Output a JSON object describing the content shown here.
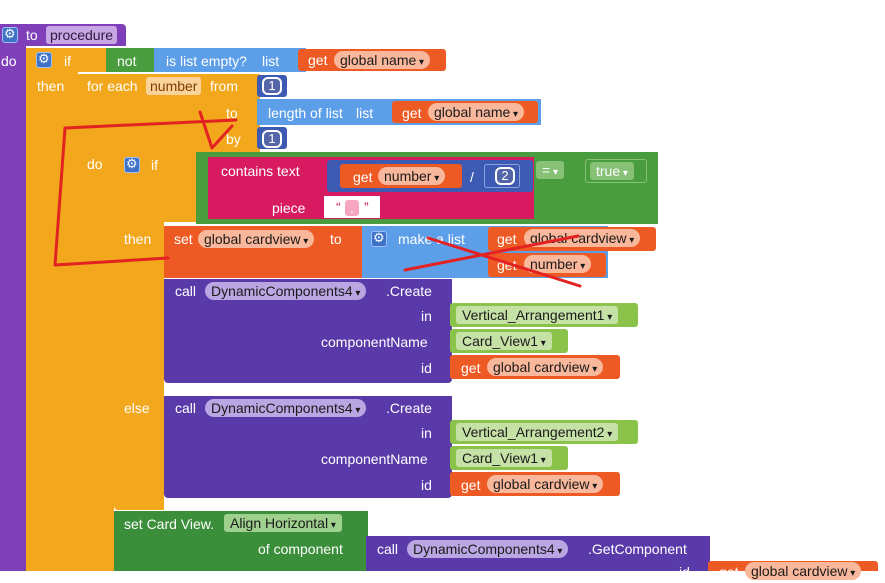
{
  "procedure": {
    "to_label": "to",
    "name": "procedure",
    "do_label": "do"
  },
  "if_block": {
    "if_label": "if",
    "then_label": "then",
    "else_label": "else"
  },
  "not_label": "not",
  "is_list_empty": {
    "label": "is list empty?",
    "list_label": "list"
  },
  "get_label": "get",
  "global_name": "global name",
  "for_each": {
    "label": "for each",
    "var": "number",
    "from_label": "from",
    "to_label": "to",
    "by_label": "by",
    "from_value": "1",
    "by_value": "1",
    "do_label": "do"
  },
  "length_of_list": {
    "label": "length of list",
    "list_label": "list"
  },
  "inner_if": {
    "label": "if"
  },
  "contains_text": {
    "label": "contains  text",
    "piece_label": "piece",
    "piece_value": "."
  },
  "math": {
    "var": "number",
    "op": "/",
    "divisor": "2"
  },
  "compare": {
    "op": "=",
    "value": "true"
  },
  "set_block": {
    "set_label": "set",
    "var": "global cardview",
    "to_label": "to"
  },
  "make_list": {
    "label": "make a list",
    "item1": "global cardview",
    "item2": "number"
  },
  "create1": {
    "call_label": "call",
    "component": "DynamicComponents4",
    "method": ".Create",
    "in_label": "in",
    "in_value": "Vertical_Arrangement1",
    "cn_label": "componentName",
    "cn_value": "Card_View1",
    "id_label": "id",
    "id_value": "global cardview"
  },
  "create2": {
    "call_label": "call",
    "component": "DynamicComponents4",
    "method": ".Create",
    "in_label": "in",
    "in_value": "Vertical_Arrangement2",
    "cn_label": "componentName",
    "cn_value": "Card_View1",
    "id_label": "id",
    "id_value": "global cardview"
  },
  "set_card": {
    "label": "set Card View.",
    "property": "Align Horizontal",
    "of_component_label": "of component"
  },
  "get_component": {
    "call_label": "call",
    "component": "DynamicComponents4",
    "method": ".GetComponent",
    "id_label": "id",
    "id_value": "global cardview"
  },
  "colors": {
    "procedure": "#7e3fb8",
    "control": "#f2a71d",
    "list": "#5c9ee8",
    "math": "#3e5bb3",
    "text": "#d81b60",
    "variable": "#ee5a24",
    "logic": "#4a9d3e",
    "component": "#5a3aa8",
    "property": "#3b8e3a",
    "annotation": "#e32222"
  }
}
